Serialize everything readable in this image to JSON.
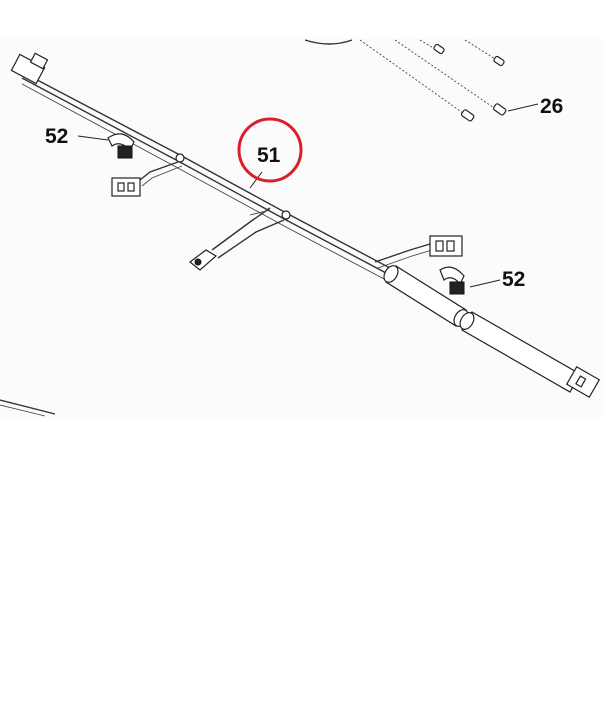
{
  "callouts": {
    "label_51": "51",
    "label_52_left": "52",
    "label_52_right": "52",
    "label_26": "26"
  },
  "colors": {
    "highlight_circle": "#d9202a",
    "line_art": "#222222",
    "background": "#ffffff"
  }
}
